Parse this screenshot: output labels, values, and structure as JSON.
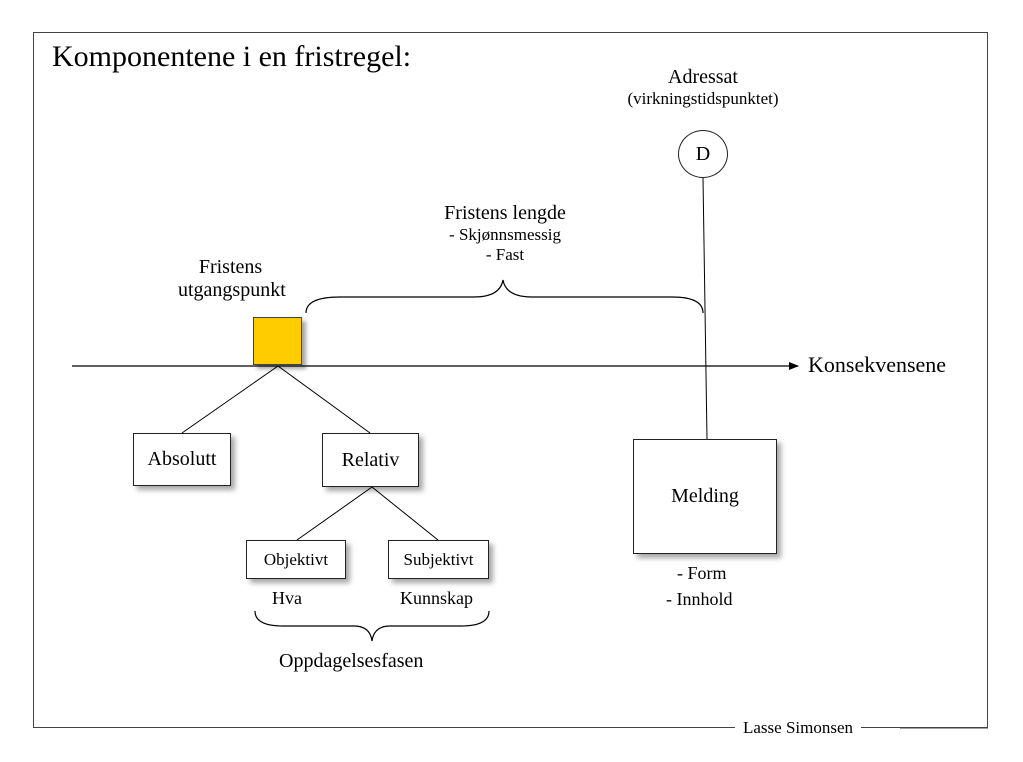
{
  "title": "Komponentene i en fristregel:",
  "origin": {
    "line1": "Fristens",
    "line2": "utgangspunkt"
  },
  "length": {
    "title": "Fristens lengde",
    "item1": "- Skjønnsmessig",
    "item2": "- Fast"
  },
  "addressee": {
    "title": "Adressat",
    "subtitle": "(virkningstidspunktet)",
    "node": "D"
  },
  "axis_label": "Konsekvensene",
  "nodes": {
    "absolute": "Absolutt",
    "relative": "Relativ",
    "objective": "Objektivt",
    "subjective": "Subjektivt",
    "message": "Melding"
  },
  "labels": {
    "what": "Hva",
    "knowledge": "Kunnskap",
    "discovery": "Oppdagelsesfasen",
    "form": "- Form",
    "content": "- Innhold"
  },
  "signature": "Lasse Simonsen",
  "colors": {
    "origin_fill": "#ffcc00",
    "line": "#000000"
  }
}
